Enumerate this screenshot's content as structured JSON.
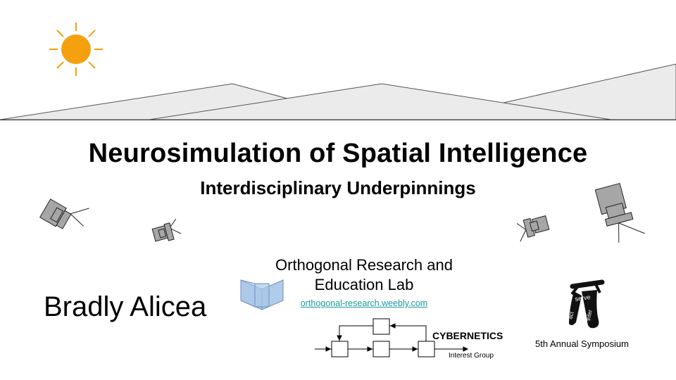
{
  "slide": {
    "title": "Neurosimulation of Spatial Intelligence",
    "subtitle": "Interdisciplinary Underpinnings",
    "author": "Bradly Alicea"
  },
  "lab": {
    "line1": "Orthogonal Research and",
    "line2": "Education Lab",
    "url": "orthogonal-research.weebly.com"
  },
  "cybernetics": {
    "title": "CYBERNETICS",
    "subtitle": "Interest Group"
  },
  "symposium": {
    "label": "5th Annual Symposium",
    "logo_words": [
      "serve",
      "act",
      "infer"
    ]
  },
  "icons": [
    "sun-icon",
    "mountains-graphic",
    "camera-icon",
    "orthogonal-lab-logo",
    "cybernetics-diagram",
    "pi-logo"
  ],
  "colors": {
    "sun": "#f5a00f",
    "mountain_fill": "#ebebeb",
    "camera_fill": "#a6a6a6",
    "lab_logo": "#a9c6e8",
    "link": "#1a9aa0"
  }
}
